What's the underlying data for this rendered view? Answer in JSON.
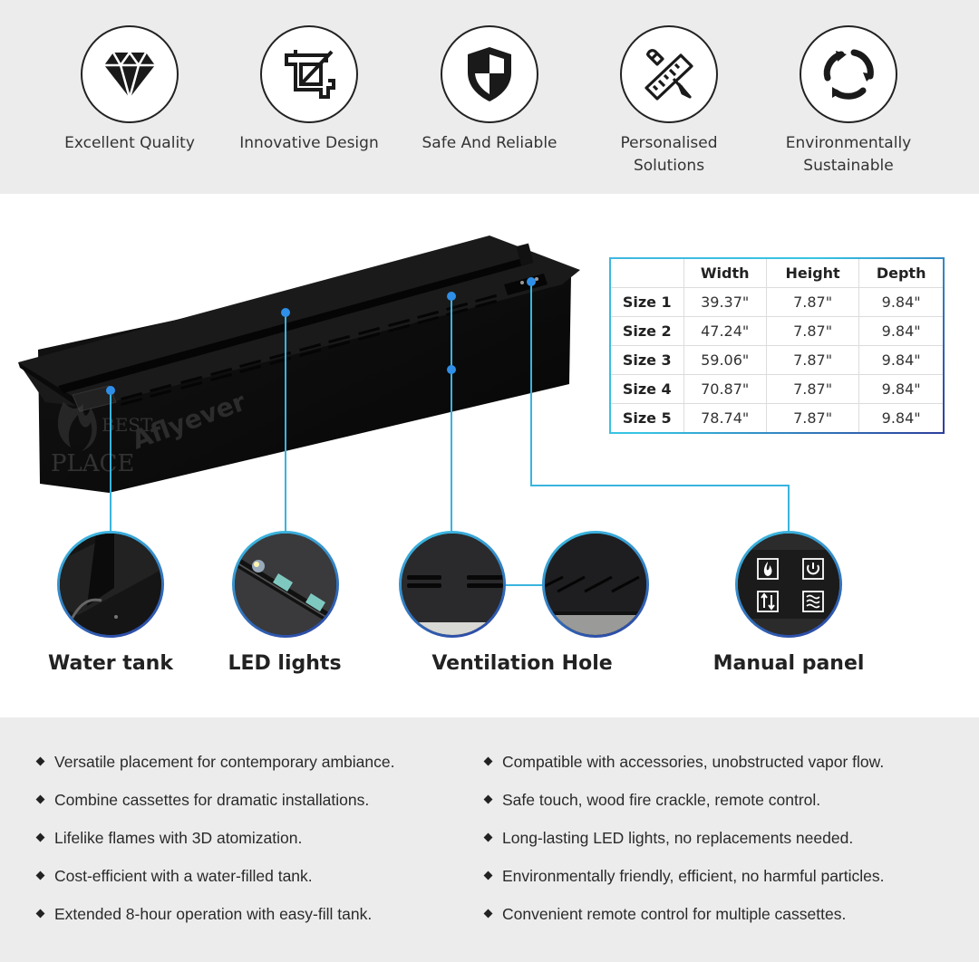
{
  "features": [
    {
      "icon": "diamond-icon",
      "label_lines": [
        "Excellent Quality"
      ]
    },
    {
      "icon": "crop-design-icon",
      "label_lines": [
        "Innovative Design"
      ]
    },
    {
      "icon": "shield-icon",
      "label_lines": [
        "Safe And Reliable"
      ]
    },
    {
      "icon": "ruler-pencil-icon",
      "label_lines": [
        "Personalised",
        "Solutions"
      ]
    },
    {
      "icon": "recycle-icon",
      "label_lines": [
        "Environmentally",
        "Sustainable"
      ]
    }
  ],
  "spec_table": {
    "headers": [
      "",
      "Width",
      "Height",
      "Depth"
    ],
    "rows": [
      {
        "size": "Size 1",
        "width": "39.37\"",
        "height": "7.87\"",
        "depth": "9.84\""
      },
      {
        "size": "Size 2",
        "width": "47.24\"",
        "height": "7.87\"",
        "depth": "9.84\""
      },
      {
        "size": "Size 3",
        "width": "59.06\"",
        "height": "7.87\"",
        "depth": "9.84\""
      },
      {
        "size": "Size 4",
        "width": "70.87\"",
        "height": "7.87\"",
        "depth": "9.84\""
      },
      {
        "size": "Size 5",
        "width": "78.74\"",
        "height": "7.87\"",
        "depth": "9.84\""
      }
    ]
  },
  "details": [
    {
      "label": "Water tank"
    },
    {
      "label": "LED lights"
    },
    {
      "label": "Ventilation Hole"
    },
    {
      "label": "Manual panel"
    }
  ],
  "watermark": {
    "brand_small": "BEST",
    "brand_large": "PLACE",
    "overlay": "Aflyever"
  },
  "bullets_left": [
    "Versatile placement for contemporary ambiance.",
    "Combine cassettes for dramatic installations.",
    "Lifelike flames with 3D atomization.",
    "Cost-efficient with a water-filled tank.",
    "Extended 8-hour operation with easy-fill tank."
  ],
  "bullets_right": [
    "Compatible with accessories, unobstructed vapor flow.",
    "Safe touch, wood fire crackle, remote control.",
    "Long-lasting LED lights, no replacements needed.",
    "Environmentally friendly, efficient, no harmful particles.",
    "Convenient remote control for multiple cassettes."
  ],
  "colors": {
    "band_gray": "#ececec",
    "connector_blue": "#3ab4de",
    "dot_blue": "#2f8fe8",
    "table_gradient_start": "#3fb7e0",
    "table_gradient_end": "#2d3d9c"
  }
}
